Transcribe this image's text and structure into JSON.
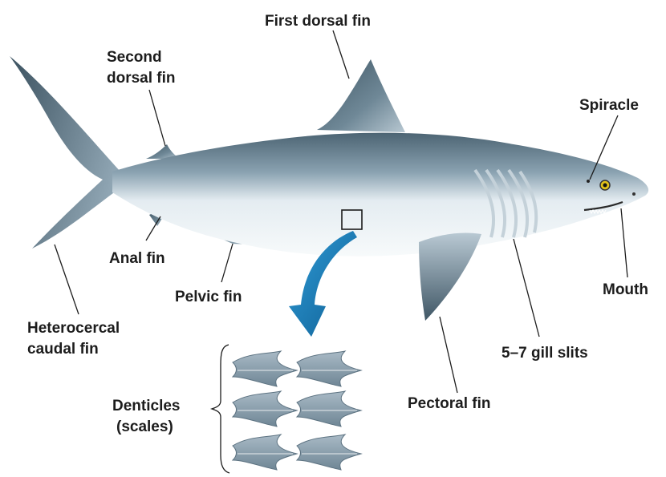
{
  "labels": {
    "first_dorsal_fin": "First dorsal fin",
    "second_dorsal_fin_line1": "Second",
    "second_dorsal_fin_line2": "dorsal fin",
    "spiracle": "Spiracle",
    "anal_fin": "Anal fin",
    "pelvic_fin": "Pelvic fin",
    "mouth": "Mouth",
    "heterocercal_line1": "Heterocercal",
    "heterocercal_line2": "caudal fin",
    "gill_slits": "5–7 gill slits",
    "pectoral_fin": "Pectoral fin",
    "denticles_line1": "Denticles",
    "denticles_line2": "(scales)"
  },
  "colors": {
    "body_dark": "#4f6675",
    "body_mid": "#9fb4c1",
    "belly": "#f2f6f8",
    "arrow": "#1d82bf",
    "denticle": "#8fa3b1",
    "eye": "#e2c21a"
  }
}
